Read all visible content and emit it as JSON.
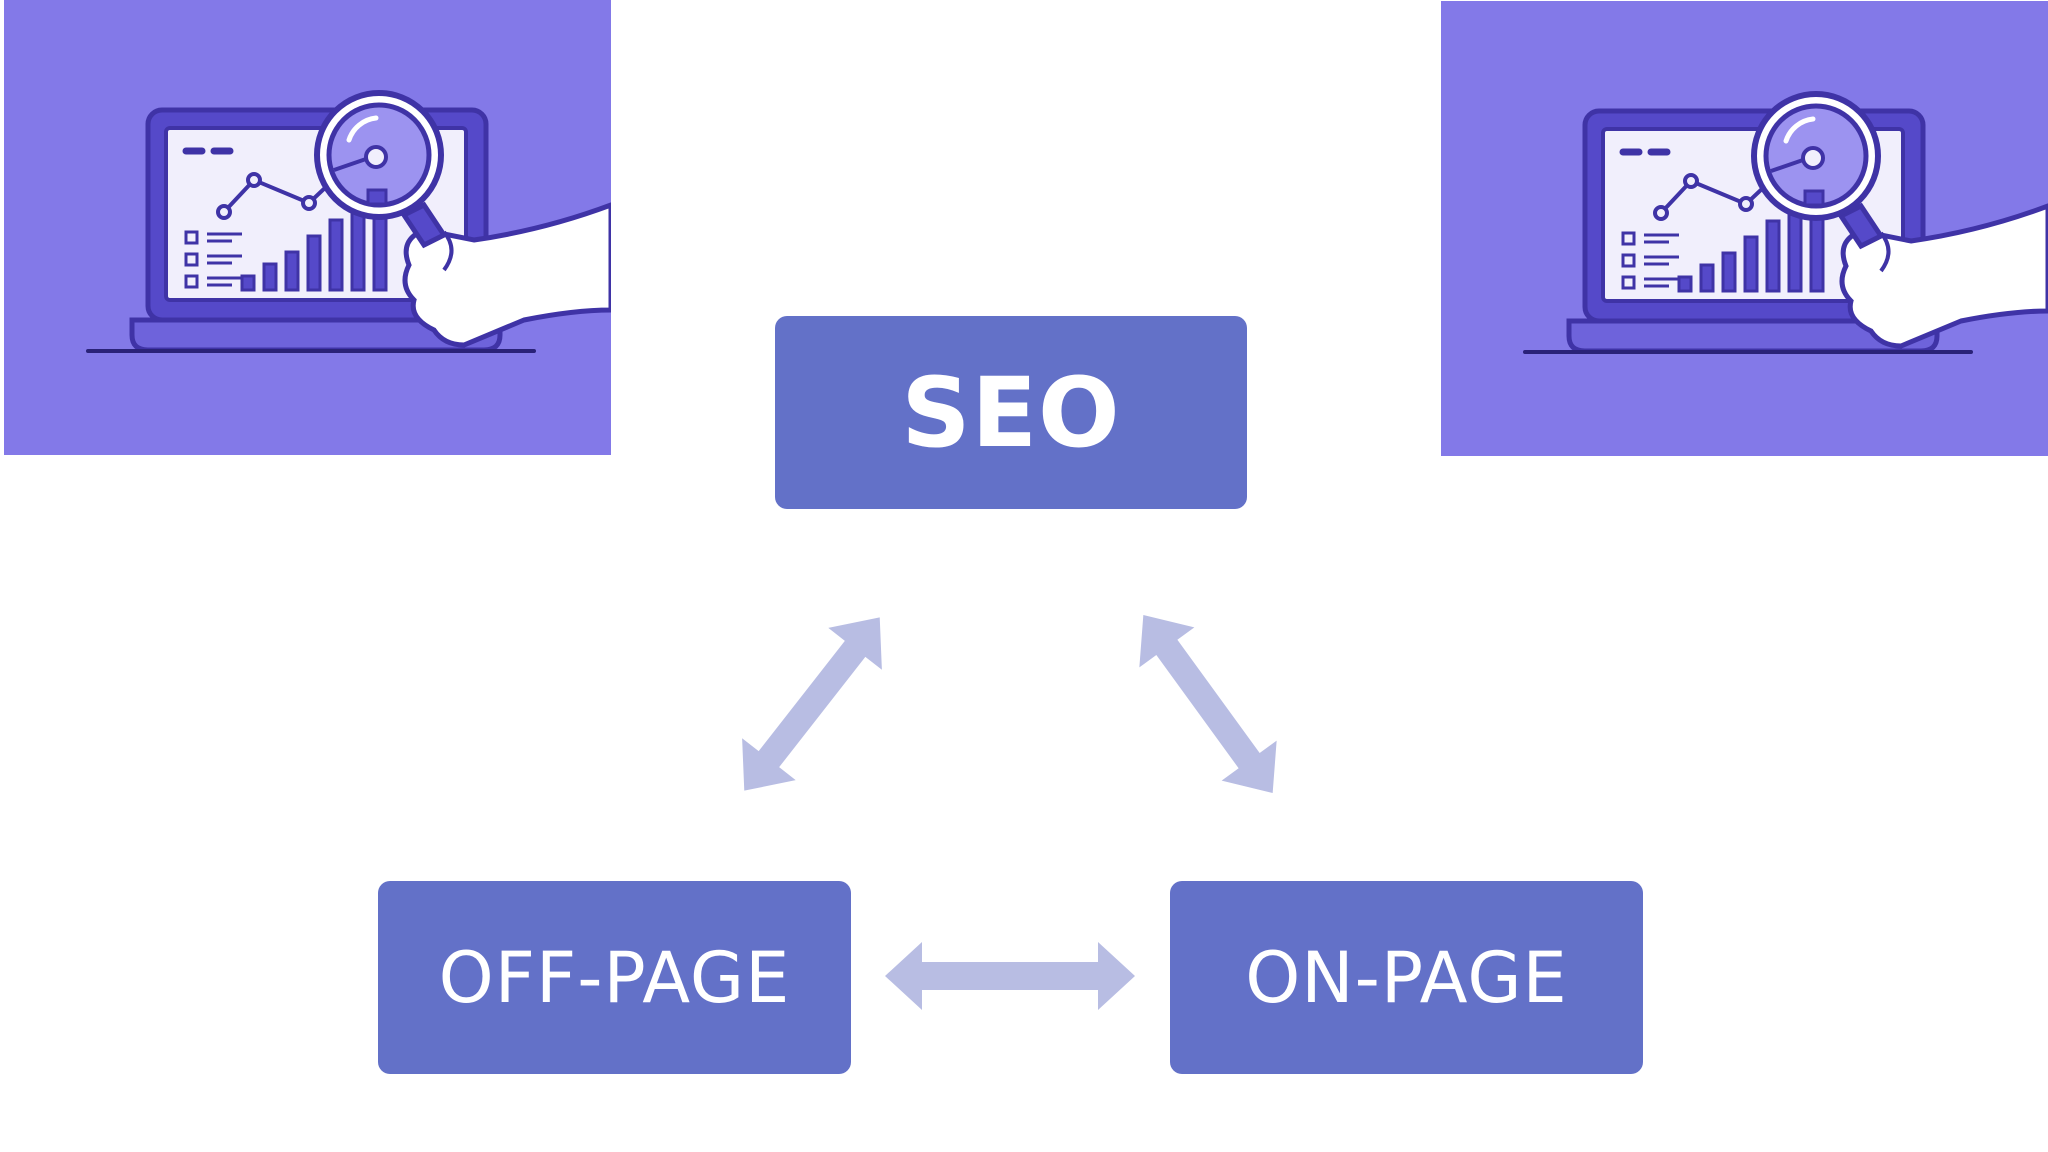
{
  "colors": {
    "node_fill": "#6371C8",
    "arrow_fill": "#B8BDE3",
    "illustration_bg": "#8379E8",
    "screen_fill": "#F1EFFC",
    "outline": "#3F33A6",
    "accent_fill": "#5549C9",
    "lens_fill": "#9C93F0",
    "hand_fill": "#FFFFFF"
  },
  "diagram": {
    "nodes": {
      "seo": "SEO",
      "off_page": "OFF-PAGE",
      "on_page": "ON-PAGE"
    },
    "edges": [
      {
        "from": "seo",
        "to": "off_page",
        "style": "double-arrow"
      },
      {
        "from": "seo",
        "to": "on_page",
        "style": "double-arrow"
      },
      {
        "from": "off_page",
        "to": "on_page",
        "style": "double-arrow"
      }
    ]
  },
  "illustrations": [
    {
      "icon": "laptop-analytics-magnifier-icon",
      "position": "top-left"
    },
    {
      "icon": "laptop-analytics-magnifier-icon",
      "position": "top-right"
    }
  ]
}
